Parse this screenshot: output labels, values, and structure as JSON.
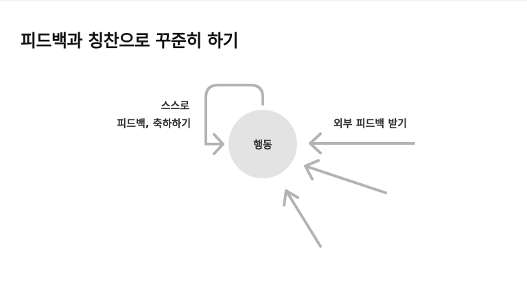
{
  "title": "피드백과 칭찬으로 꾸준히 하기",
  "diagram": {
    "center_node": "행동",
    "self_feedback_label": [
      "스스로",
      "피드백, 축하하기"
    ],
    "external_feedback_label": "외부 피드백 받기"
  },
  "colors": {
    "arrow": "#b3b3b3",
    "node_fill": "#e3e3e3",
    "text": "#1e1e1e"
  }
}
